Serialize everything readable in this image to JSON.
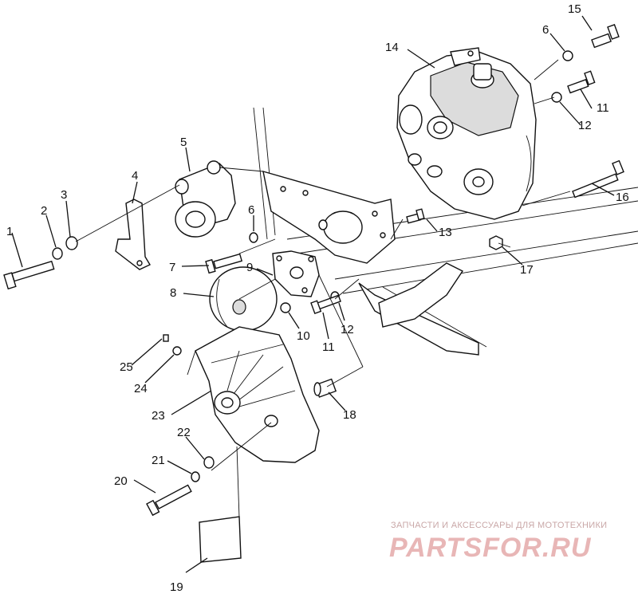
{
  "callouts": [
    {
      "id": "c1",
      "text": "1"
    },
    {
      "id": "c2",
      "text": "2"
    },
    {
      "id": "c3",
      "text": "3"
    },
    {
      "id": "c4",
      "text": "4"
    },
    {
      "id": "c5",
      "text": "5"
    },
    {
      "id": "c6a",
      "text": "6"
    },
    {
      "id": "c6b",
      "text": "6"
    },
    {
      "id": "c7",
      "text": "7"
    },
    {
      "id": "c8",
      "text": "8"
    },
    {
      "id": "c9",
      "text": "9"
    },
    {
      "id": "c10",
      "text": "10"
    },
    {
      "id": "c11a",
      "text": "11"
    },
    {
      "id": "c11b",
      "text": "11"
    },
    {
      "id": "c12a",
      "text": "12"
    },
    {
      "id": "c12b",
      "text": "12"
    },
    {
      "id": "c13",
      "text": "13"
    },
    {
      "id": "c14",
      "text": "14"
    },
    {
      "id": "c15",
      "text": "15"
    },
    {
      "id": "c16",
      "text": "16"
    },
    {
      "id": "c17",
      "text": "17"
    },
    {
      "id": "c18",
      "text": "18"
    },
    {
      "id": "c19",
      "text": "19"
    },
    {
      "id": "c20",
      "text": "20"
    },
    {
      "id": "c21",
      "text": "21"
    },
    {
      "id": "c22",
      "text": "22"
    },
    {
      "id": "c23",
      "text": "23"
    },
    {
      "id": "c24",
      "text": "24"
    },
    {
      "id": "c25",
      "text": "25"
    }
  ],
  "watermark": {
    "tagline": "ЗАПЧАСТИ И АКСЕССУАРЫ ДЛЯ МОТОТЕХНИКИ",
    "logo": "PARTSFOR.RU",
    "color": "#e8b6b6"
  }
}
